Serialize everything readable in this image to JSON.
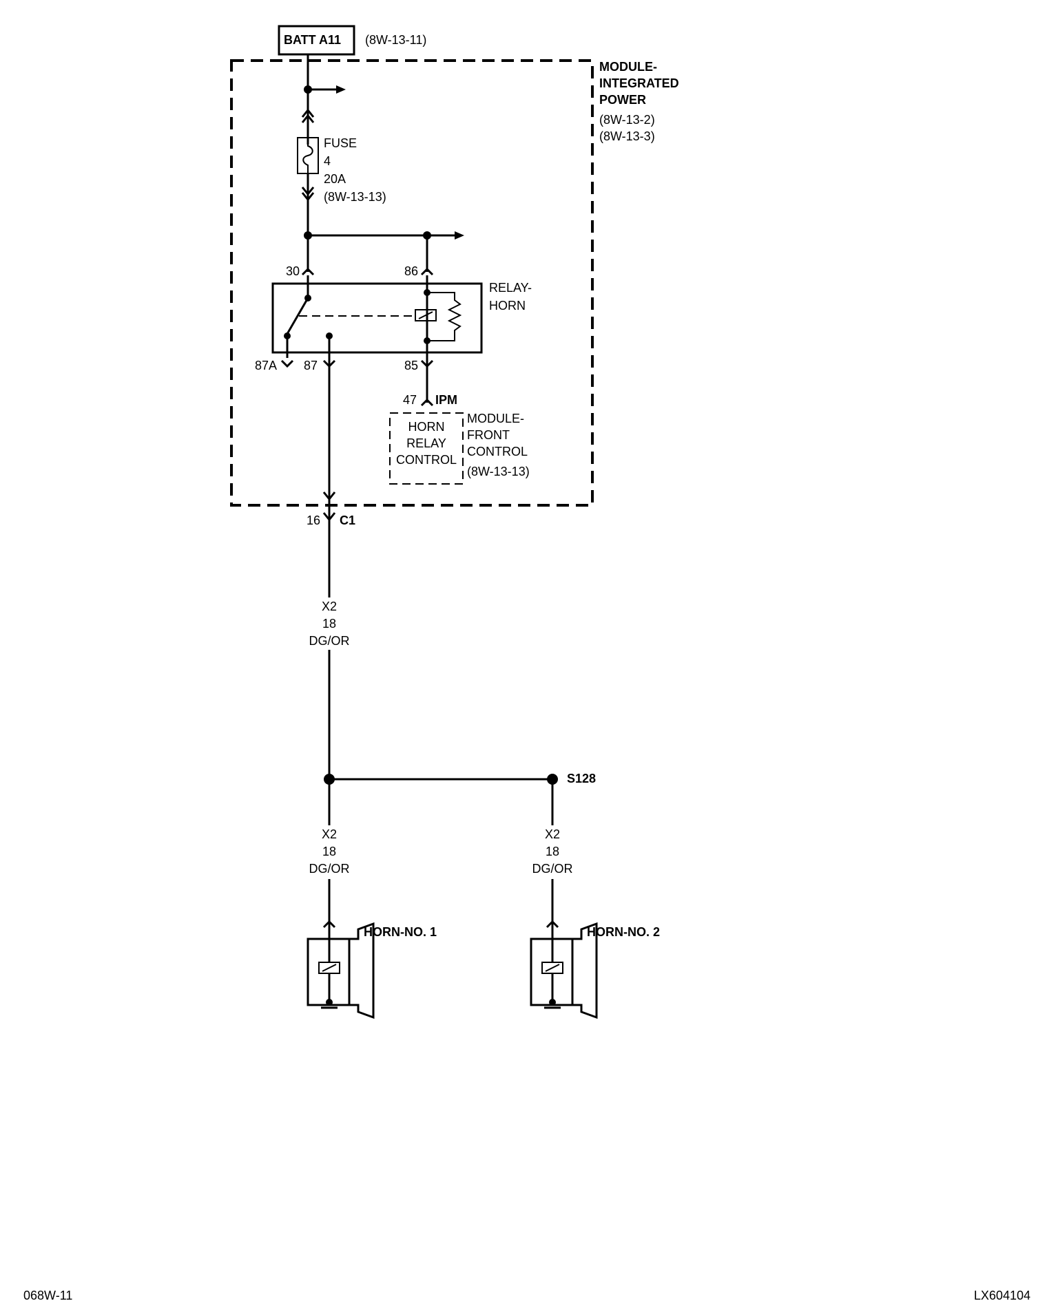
{
  "battery": {
    "label": "BATT A11",
    "ref": "(8W-13-11)"
  },
  "ipm_module": {
    "line1": "MODULE-",
    "line2": "INTEGRATED",
    "line3": "POWER",
    "ref1": "(8W-13-2)",
    "ref2": "(8W-13-3)"
  },
  "fuse": {
    "label": "FUSE",
    "number": "4",
    "rating": "20A",
    "ref": "(8W-13-13)"
  },
  "relay": {
    "line1": "RELAY-",
    "line2": "HORN",
    "pin_30": "30",
    "pin_86": "86",
    "pin_87a": "87A",
    "pin_87": "87",
    "pin_85": "85"
  },
  "fcm_connector": {
    "pin": "47",
    "name": "IPM"
  },
  "fcm_internal": {
    "line1": "HORN",
    "line2": "RELAY",
    "line3": "CONTROL"
  },
  "fcm_module": {
    "line1": "MODULE-",
    "line2": "FRONT",
    "line3": "CONTROL",
    "ref": "(8W-13-13)"
  },
  "ipm_connector": {
    "pin": "16",
    "name": "C1"
  },
  "wire_main": {
    "circuit": "X2",
    "gauge": "18",
    "color": "DG/OR"
  },
  "splice": {
    "label": "S128"
  },
  "wire_horn1": {
    "circuit": "X2",
    "gauge": "18",
    "color": "DG/OR"
  },
  "wire_horn2": {
    "circuit": "X2",
    "gauge": "18",
    "color": "DG/OR"
  },
  "horn1": {
    "label": "HORN-NO. 1"
  },
  "horn2": {
    "label": "HORN-NO. 2"
  },
  "footer": {
    "page": "068W-11",
    "figure_id": "LX604104"
  }
}
